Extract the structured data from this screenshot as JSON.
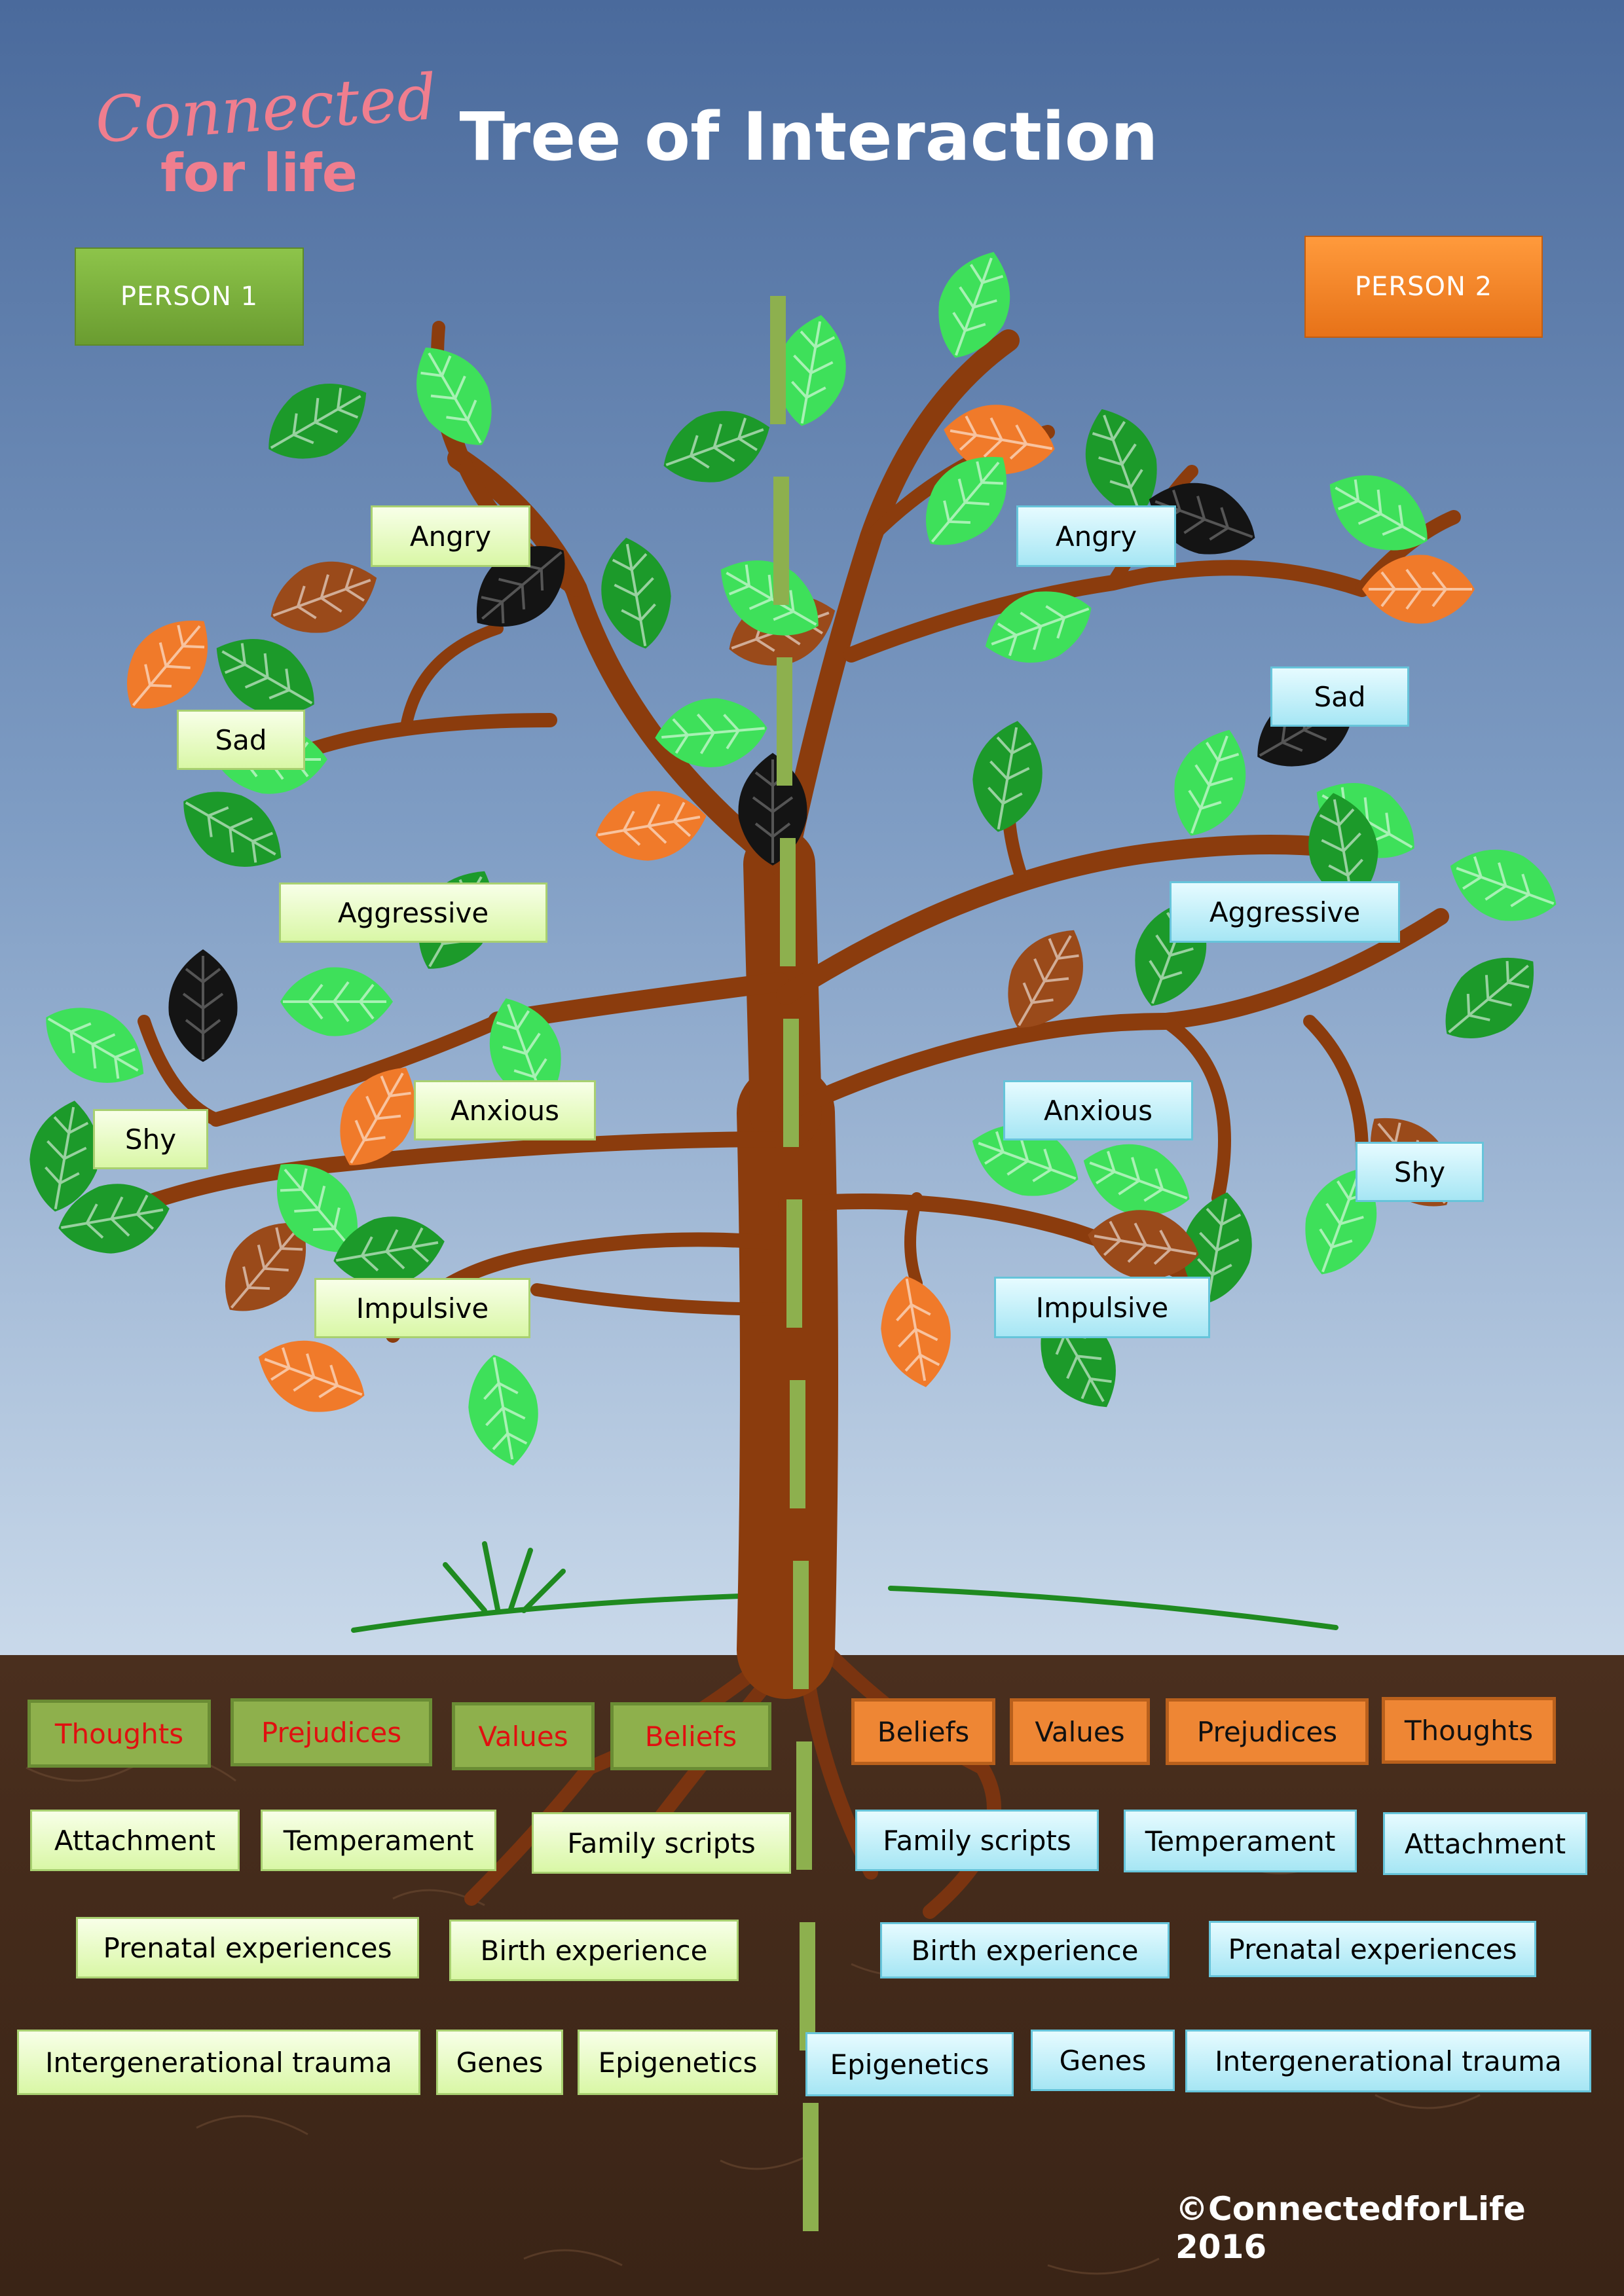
{
  "logo": {
    "line1": "Connected",
    "line2": "for life"
  },
  "title": "Tree of Interaction",
  "person1": {
    "label": "PERSON 1"
  },
  "person2": {
    "label": "PERSON 2"
  },
  "person1_emotions": {
    "angry": "Angry",
    "sad": "Sad",
    "aggressive": "Aggressive",
    "shy": "Shy",
    "anxious": "Anxious",
    "impulsive": "Impulsive"
  },
  "person2_emotions": {
    "angry": "Angry",
    "sad": "Sad",
    "aggressive": "Aggressive",
    "anxious": "Anxious",
    "shy": "Shy",
    "impulsive": "Impulsive"
  },
  "person1_roots": {
    "thoughts": "Thoughts",
    "prejudices": "Prejudices",
    "values": "Values",
    "beliefs": "Beliefs",
    "attachment": "Attachment",
    "temperament": "Temperament",
    "family_scripts": "Family scripts",
    "prenatal": "Prenatal experiences",
    "birth": "Birth experience",
    "trauma": "Intergenerational trauma",
    "genes": "Genes",
    "epigenetics": "Epigenetics"
  },
  "person2_roots": {
    "beliefs": "Beliefs",
    "values": "Values",
    "prejudices": "Prejudices",
    "thoughts": "Thoughts",
    "family_scripts": "Family scripts",
    "temperament": "Temperament",
    "attachment": "Attachment",
    "birth": "Birth experience",
    "prenatal": "Prenatal experiences",
    "epigenetics": "Epigenetics",
    "genes": "Genes",
    "trauma": "Intergenerational trauma"
  },
  "copyright": "©ConnectedforLife 2016",
  "colors": {
    "sky_top": "#4a6a9c",
    "sky_bottom": "#c9d9ea",
    "soil": "#4a2f1e",
    "trunk": "#8b3c0d",
    "leaf_light": "#3ee05a",
    "leaf_dark": "#1c9a2a",
    "leaf_orange": "#f07a2a",
    "leaf_brown": "#9a4a1a",
    "leaf_black": "#141414",
    "person1": "#7ab03c",
    "person2": "#f08228",
    "divider": "#8db04e"
  }
}
